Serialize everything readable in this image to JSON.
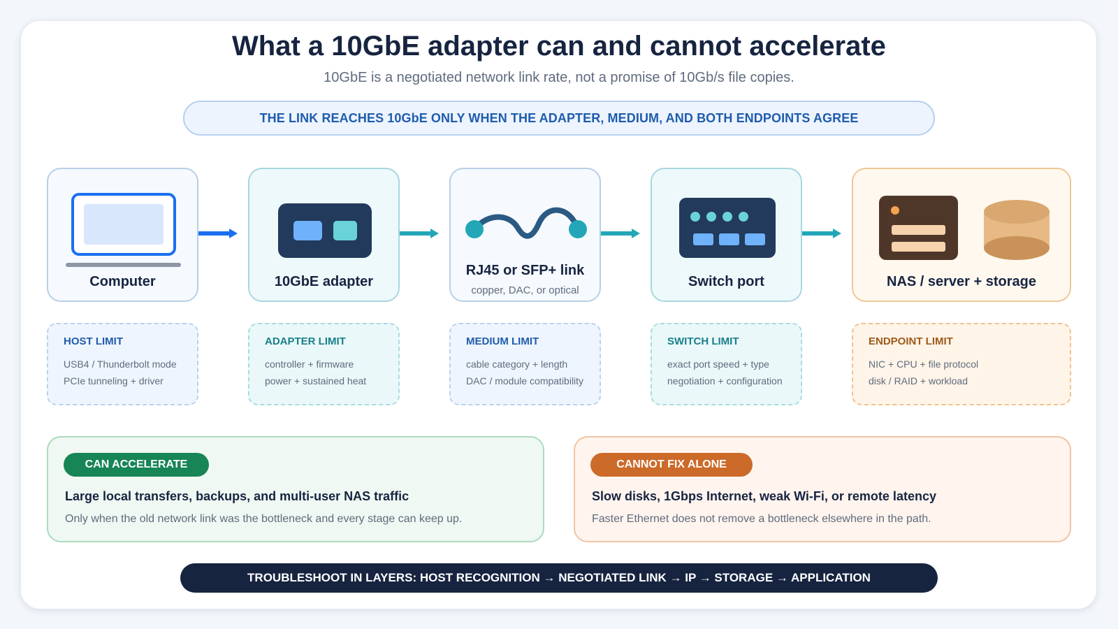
{
  "header": {
    "title": "What a 10GbE adapter can and cannot accelerate",
    "subtitle": "10GbE is a negotiated network link rate, not a promise of 10Gb/s file copies.",
    "banner": "THE LINK REACHES 10GbE ONLY WHEN THE ADAPTER, MEDIUM, AND BOTH ENDPOINTS AGREE"
  },
  "nodes": [
    {
      "label": "Computer",
      "sub": ""
    },
    {
      "label": "10GbE adapter",
      "sub": ""
    },
    {
      "label": "RJ45 or SFP+ link",
      "sub": "copper, DAC, or optical"
    },
    {
      "label": "Switch port",
      "sub": ""
    },
    {
      "label": "NAS / server + storage",
      "sub": ""
    }
  ],
  "limits": [
    {
      "title": "HOST LIMIT",
      "lines": [
        "USB4 / Thunderbolt mode",
        "PCIe tunneling + driver"
      ]
    },
    {
      "title": "ADAPTER LIMIT",
      "lines": [
        "controller + firmware",
        "power + sustained heat"
      ]
    },
    {
      "title": "MEDIUM LIMIT",
      "lines": [
        "cable category + length",
        "DAC / module compatibility"
      ]
    },
    {
      "title": "SWITCH LIMIT",
      "lines": [
        "exact port speed + type",
        "negotiation + configuration"
      ]
    },
    {
      "title": "ENDPOINT LIMIT",
      "lines": [
        "NIC + CPU + file protocol",
        "disk / RAID + workload"
      ]
    }
  ],
  "panels": {
    "can": {
      "badge": "CAN ACCELERATE",
      "headline": "Large local transfers, backups, and multi-user NAS traffic",
      "body": "Only when the old network link was the bottleneck and every stage can keep up."
    },
    "cannot": {
      "badge": "CANNOT FIX ALONE",
      "headline": "Slow disks, 1Gbps Internet, weak Wi-Fi, or remote latency",
      "body": "Faster Ethernet does not remove a bottleneck elsewhere in the path."
    }
  },
  "footer": "TROUBLESHOOT IN LAYERS: HOST RECOGNITION → NEGOTIATED LINK → IP → STORAGE → APPLICATION",
  "colors": {
    "blue_accent": "#1a6ff0",
    "teal_accent": "#23a7b8",
    "navy": "#172440",
    "green_badge": "#178556",
    "orange_badge": "#cc6a2a"
  }
}
